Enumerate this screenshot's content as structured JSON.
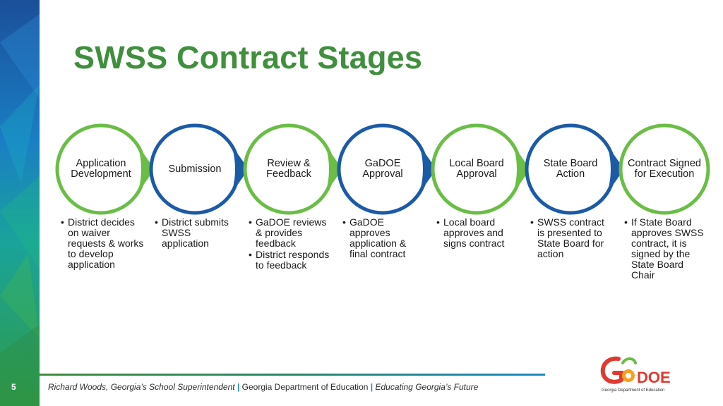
{
  "title": "SWSS Contract Stages",
  "colors": {
    "green": "#6abd45",
    "blue": "#1b5aa6",
    "title": "#3f8f3d"
  },
  "stages": [
    {
      "label": "Application Development",
      "color": "green",
      "bullets": [
        "District decides on waiver requests & works to develop application"
      ]
    },
    {
      "label": "Submission",
      "color": "blue",
      "bullets": [
        "District submits SWSS application"
      ]
    },
    {
      "label": "Review & Feedback",
      "color": "green",
      "bullets": [
        "GaDOE reviews & provides feedback",
        "District responds to feedback"
      ]
    },
    {
      "label": "GaDOE Approval",
      "color": "blue",
      "bullets": [
        "GaDOE approves application & final contract"
      ]
    },
    {
      "label": "Local Board Approval",
      "color": "green",
      "bullets": [
        "Local board approves and signs contract"
      ]
    },
    {
      "label": "State Board Action",
      "color": "blue",
      "bullets": [
        "SWSS contract is presented to State Board for action"
      ]
    },
    {
      "label": "Contract Signed for Execution",
      "color": "green",
      "bullets": [
        "If State Board approves SWSS contract, it is signed by the State Board Chair"
      ]
    }
  ],
  "footer": {
    "page_number": "5",
    "superintendent": "Richard Woods, Georgia’s School Superintendent",
    "separator": "|",
    "department": "Georgia Department of Education",
    "tagline": "Educating Georgia’s Future"
  },
  "logo": {
    "wordmark": "GaDOE",
    "subtitle": "Georgia Department of Education"
  }
}
